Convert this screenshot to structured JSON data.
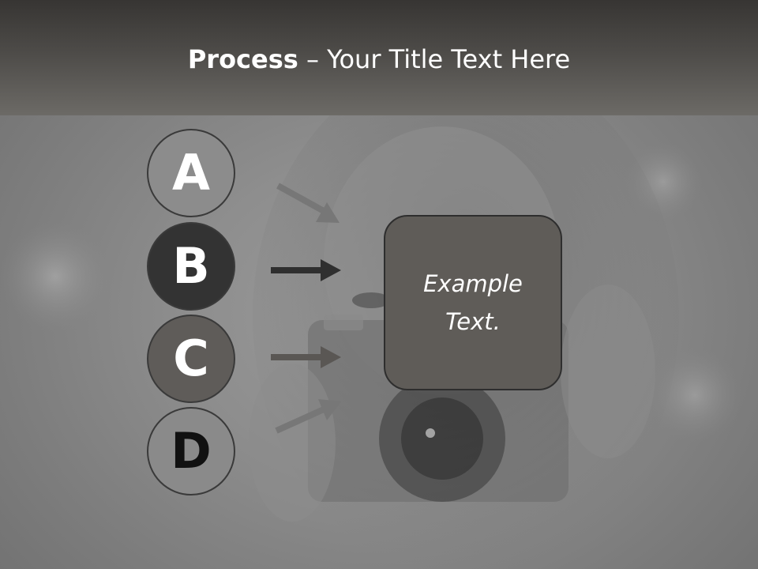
{
  "title": {
    "bold": "Process",
    "rest": " – Your Title Text Here"
  },
  "steps": [
    {
      "letter": "A"
    },
    {
      "letter": "B"
    },
    {
      "letter": "C"
    },
    {
      "letter": "D"
    }
  ],
  "box": {
    "text": "Example Text."
  },
  "colors": {
    "header": "#4d4b48",
    "circle_a": "#8c8c8c",
    "circle_b": "#333333",
    "circle_c": "#5f5c59",
    "circle_d": "#8a8a8a",
    "box": "#5f5c58"
  }
}
